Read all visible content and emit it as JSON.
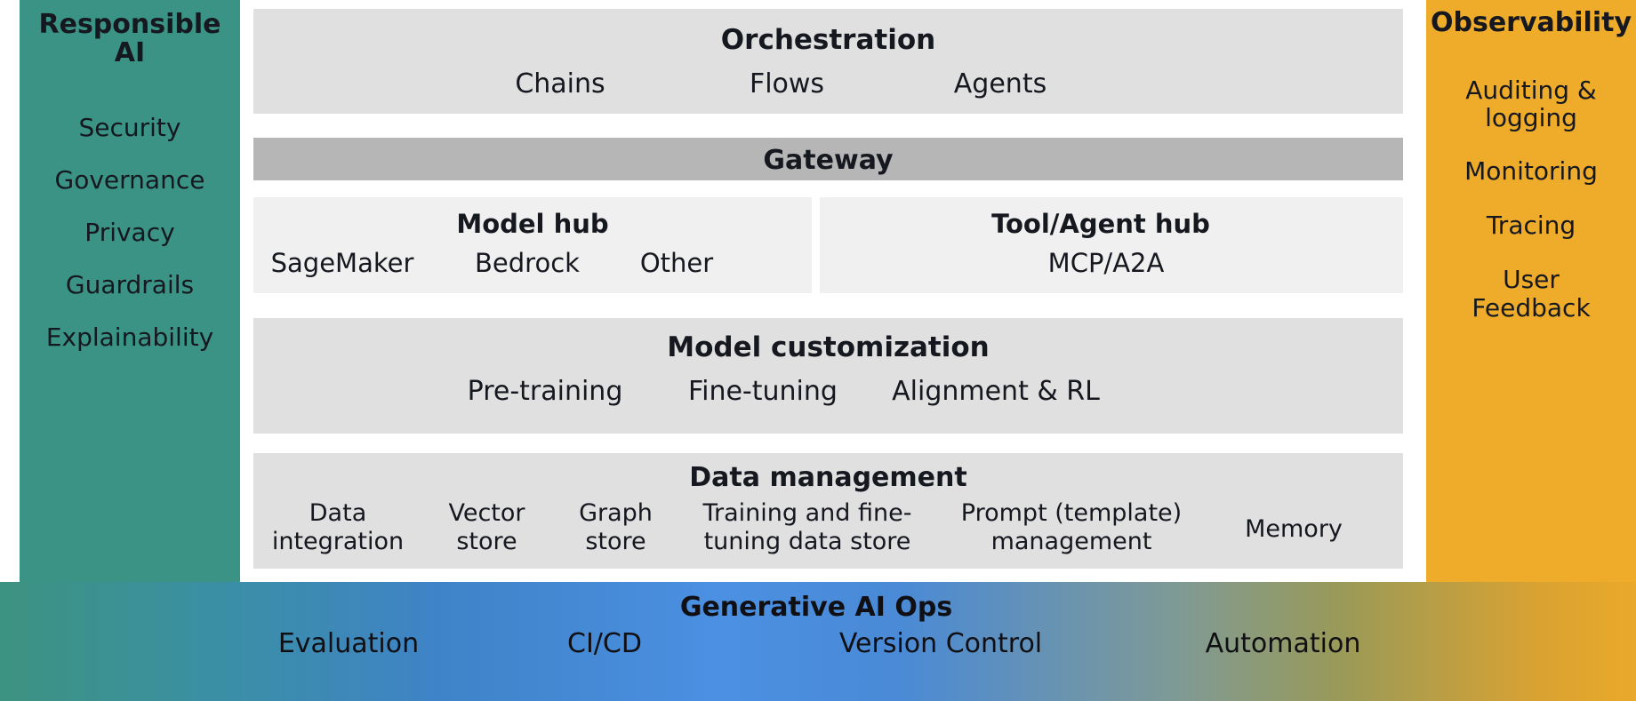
{
  "left_pillar": {
    "title": "Responsible AI",
    "accent_color": "#3b9386",
    "items": [
      {
        "label": "Security"
      },
      {
        "label": "Governance"
      },
      {
        "label": "Privacy"
      },
      {
        "label": "Guardrails"
      },
      {
        "label": "Explainability"
      }
    ]
  },
  "right_pillar": {
    "title": "Observability",
    "accent_color": "#efac2b",
    "items": [
      {
        "label": "Auditing &\nlogging"
      },
      {
        "label": "Monitoring"
      },
      {
        "label": "Tracing"
      },
      {
        "label": "User\nFeedback"
      }
    ]
  },
  "orchestration": {
    "title": "Orchestration",
    "background": "#e0e0e1",
    "items": [
      {
        "label": "Chains"
      },
      {
        "label": "Flows"
      },
      {
        "label": "Agents"
      }
    ]
  },
  "gateway": {
    "title": "Gateway",
    "background": "#b6b6b7"
  },
  "model_hub": {
    "title": "Model hub",
    "background": "#f0f0f0",
    "items": [
      {
        "label": "SageMaker"
      },
      {
        "label": "Bedrock"
      },
      {
        "label": "Other"
      }
    ]
  },
  "tool_agent_hub": {
    "title": "Tool/Agent hub",
    "background": "#f0f0f0",
    "items": [
      {
        "label": "MCP/A2A"
      }
    ]
  },
  "model_customization": {
    "title": "Model customization",
    "background": "#e0e0e1",
    "items": [
      {
        "label": "Pre-training"
      },
      {
        "label": "Fine-tuning"
      },
      {
        "label": "Alignment & RL"
      }
    ]
  },
  "data_management": {
    "title": "Data management",
    "background": "#e0e0e1",
    "items": [
      {
        "label": "Data\nintegration"
      },
      {
        "label": "Vector\nstore"
      },
      {
        "label": "Graph\nstore"
      },
      {
        "label": "Training and fine-\ntuning data store"
      },
      {
        "label": "Prompt (template)\nmanagement"
      },
      {
        "label": "Memory"
      }
    ]
  },
  "genai_ops": {
    "title": "Generative AI Ops",
    "gradient_start": "#3d9380",
    "gradient_mid": "#4b90e2",
    "gradient_end": "#eaa92a",
    "items": [
      {
        "label": "Evaluation"
      },
      {
        "label": "CI/CD"
      },
      {
        "label": "Version Control"
      },
      {
        "label": "Automation"
      }
    ]
  }
}
